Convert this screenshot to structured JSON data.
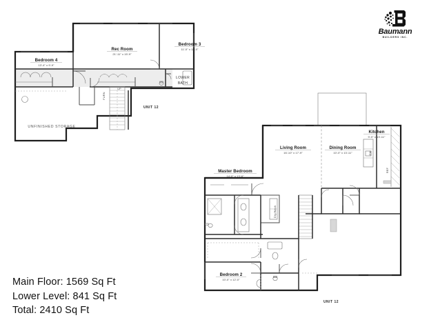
{
  "logo": {
    "brand": "Baumann",
    "tagline": "BUILDERS INC.",
    "mark_icon": "baumann-b-logo-icon"
  },
  "summary": {
    "main_floor": "Main Floor: 1569 Sq Ft",
    "lower_level": "Lower Level: 841 Sq Ft",
    "total": "Total: 2410 Sq Ft"
  },
  "lower_level": {
    "unit_label": "UNIT 12",
    "rooms": [
      {
        "name": "Bedroom 4",
        "dim": "13'-4\" x 9'-9\""
      },
      {
        "name": "Rec Room",
        "dim": "21'-11\" x 15'-9\""
      },
      {
        "name": "Bedroom 3",
        "dim": "11'-0\" x 12'-0\""
      }
    ],
    "labels": {
      "lower_bath_line1": "LOWER",
      "lower_bath_line2": "BATH",
      "unfinished_storage": "UNFINISHED STORAGE",
      "furnace": "FURN",
      "stair_direction": "UP"
    }
  },
  "main_floor": {
    "unit_label": "UNIT 12",
    "rooms": [
      {
        "name": "Living Room",
        "dim": "16'-10\" x 17'-9\""
      },
      {
        "name": "Dining Room",
        "dim": "10'-0\" x 13'-11\""
      },
      {
        "name": "Kitchen",
        "dim": "9'-0\" x 13'-11\""
      },
      {
        "name": "Master Bedroom",
        "dim": "14'-0\" x 13'-6\""
      },
      {
        "name": "Bedroom 2",
        "dim": "10'-0\" x 12'-0\""
      }
    ],
    "labels": {
      "dishwasher": "DW",
      "refrigerator": "REF",
      "laundry": "Dry/Wash"
    }
  },
  "colors": {
    "wall": "#1d1d1d",
    "interior_wall": "#4a4a4a",
    "fixture": "#6d6d6d",
    "shade": "#d8d8d8",
    "background": "#ffffff"
  }
}
